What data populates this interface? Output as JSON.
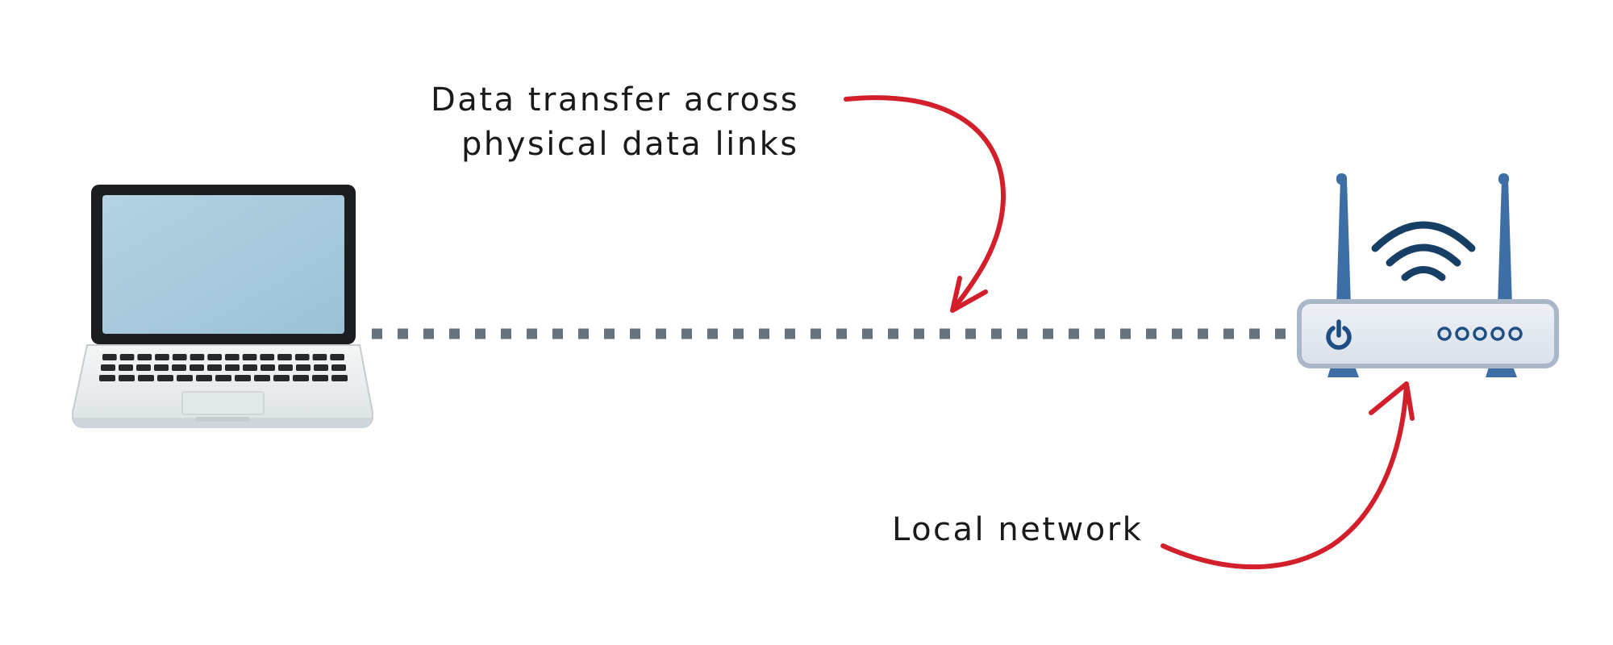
{
  "annotations": {
    "data_transfer_line1": "Data transfer across",
    "data_transfer_line2": "physical data links",
    "local_network": "Local network"
  },
  "devices": {
    "laptop_icon": "laptop-icon",
    "router_icon": "wifi-router-icon",
    "power_icon": "power-icon",
    "wifi_icon": "wifi-signal-icon"
  },
  "colors": {
    "arrow": "#d21f2b",
    "link": "#66727e",
    "screen": "#a9cbdc",
    "bezel": "#1b1d20",
    "router_body": "#e6ebf3",
    "router_border": "#a9b7c9",
    "antenna": "#3d6fa6",
    "wifi": "#173f66"
  },
  "router": {
    "led_count": 5
  }
}
